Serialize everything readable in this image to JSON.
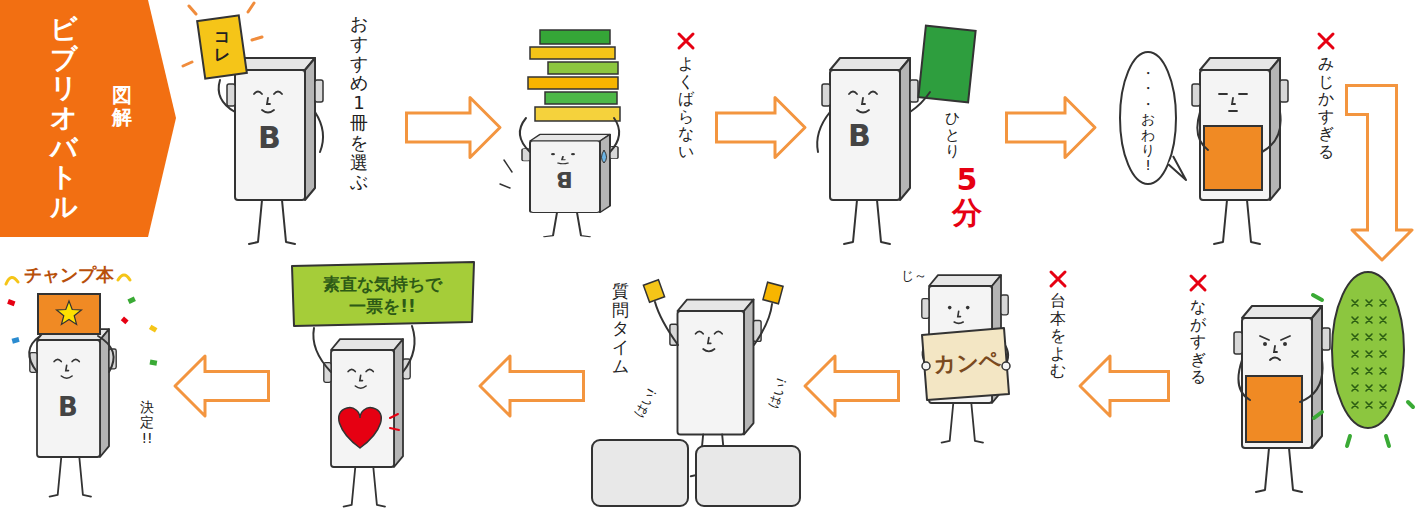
{
  "diagram": {
    "title": "ビブリオバトル",
    "nodes": [
      {
        "text": [
          "コレ",
          "B",
          "おすすめ1冊を選ぶ"
        ]
      },
      {
        "text": [
          "B",
          "よくばらない"
        ]
      },
      {
        "text": [
          "B",
          "ひとり",
          "5分"
        ]
      },
      {
        "text": [
          "・・・おわり!",
          "みじかすぎる"
        ]
      },
      {
        "text": [
          "ながすぎる"
        ]
      },
      {
        "text": [
          "じ～",
          "カンペ",
          "台本をよむ"
        ]
      },
      {
        "text": [
          "質問タイム",
          "はい!",
          "はい!"
        ]
      },
      {
        "text": [
          "素直な気持ちで 一票を!!"
        ]
      },
      {
        "text": [
          "チャンプ本",
          "B",
          "決定!!"
        ]
      }
    ],
    "edges": [
      {
        "from": 0,
        "to": 1,
        "arrow": "to"
      },
      {
        "from": 1,
        "to": 2,
        "arrow": "to"
      },
      {
        "from": 2,
        "to": 3,
        "arrow": "to"
      },
      {
        "from": 3,
        "to": 4,
        "arrow": "to"
      },
      {
        "from": 4,
        "to": 5,
        "arrow": "to"
      },
      {
        "from": 5,
        "to": 6,
        "arrow": "to"
      },
      {
        "from": 6,
        "to": 7,
        "arrow": "to"
      },
      {
        "from": 7,
        "to": 8,
        "arrow": "to"
      }
    ],
    "labels": [
      "図解"
    ]
  }
}
